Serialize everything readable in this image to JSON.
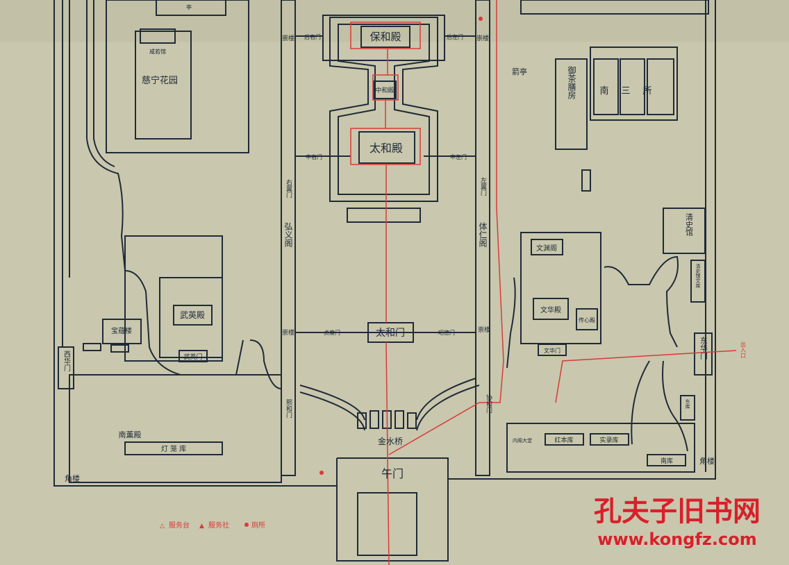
{
  "map": {
    "halls": {
      "baohe": "保和殿",
      "zhonghe": "中和殿",
      "taihe": "太和殿",
      "taihemen": "太和门",
      "wuying": "武英殿",
      "wenhua": "文华殿",
      "wenyuange": "文渊阁",
      "chuanxin": "传心殿",
      "baoyun": "宝蕴楼",
      "nanxun": "南薰殿",
      "cining": "慈宁花园",
      "xianruo": "咸若馆"
    },
    "gates": {
      "houyou": "后右门",
      "houzuo": "后左门",
      "zhongyou": "中右门",
      "zhongzuo": "中左门",
      "youyi": "右翼门",
      "zuoyi": "左翼门",
      "hongyi": "弘义阁",
      "tiren": "体仁阁",
      "zhendu": "贞度门",
      "zhaode": "昭德门",
      "wuying_men": "武英门",
      "wenhua_men": "文华门",
      "xihe": "熙和门",
      "xiehe": "协和门",
      "xihuamen": "西华门",
      "donghuamen": "东华门",
      "wumen": "午门",
      "jinshui": "金水桥"
    },
    "towers": {
      "chonglou": "崇楼",
      "jiaolou": "角楼"
    },
    "east": {
      "yucha": "御茶膳房",
      "nansansuo": "南三所",
      "jianting": "箭亭",
      "qingshiguan": "清史馆",
      "qingshi_ku": "清史馆文库",
      "neige_dadang": "内阁大堂",
      "hongben": "红本库",
      "shilu": "实录库",
      "nanku": "南库",
      "dongku": "东库"
    },
    "west": {
      "denglong": "灯 笼 库",
      "tingmen": "亭"
    },
    "entrance": "出入口",
    "legend": {
      "service_desk": "服务台",
      "service_shop": "服务社",
      "toilet": "厕所"
    },
    "watermark": {
      "text": "孔夫子旧书网",
      "url": "www.kongfz.com"
    },
    "colors": {
      "paper": "#c9c7ad",
      "ink": "#1f2a38",
      "route": "#d83a3a",
      "watermark": "#d8202a"
    }
  }
}
